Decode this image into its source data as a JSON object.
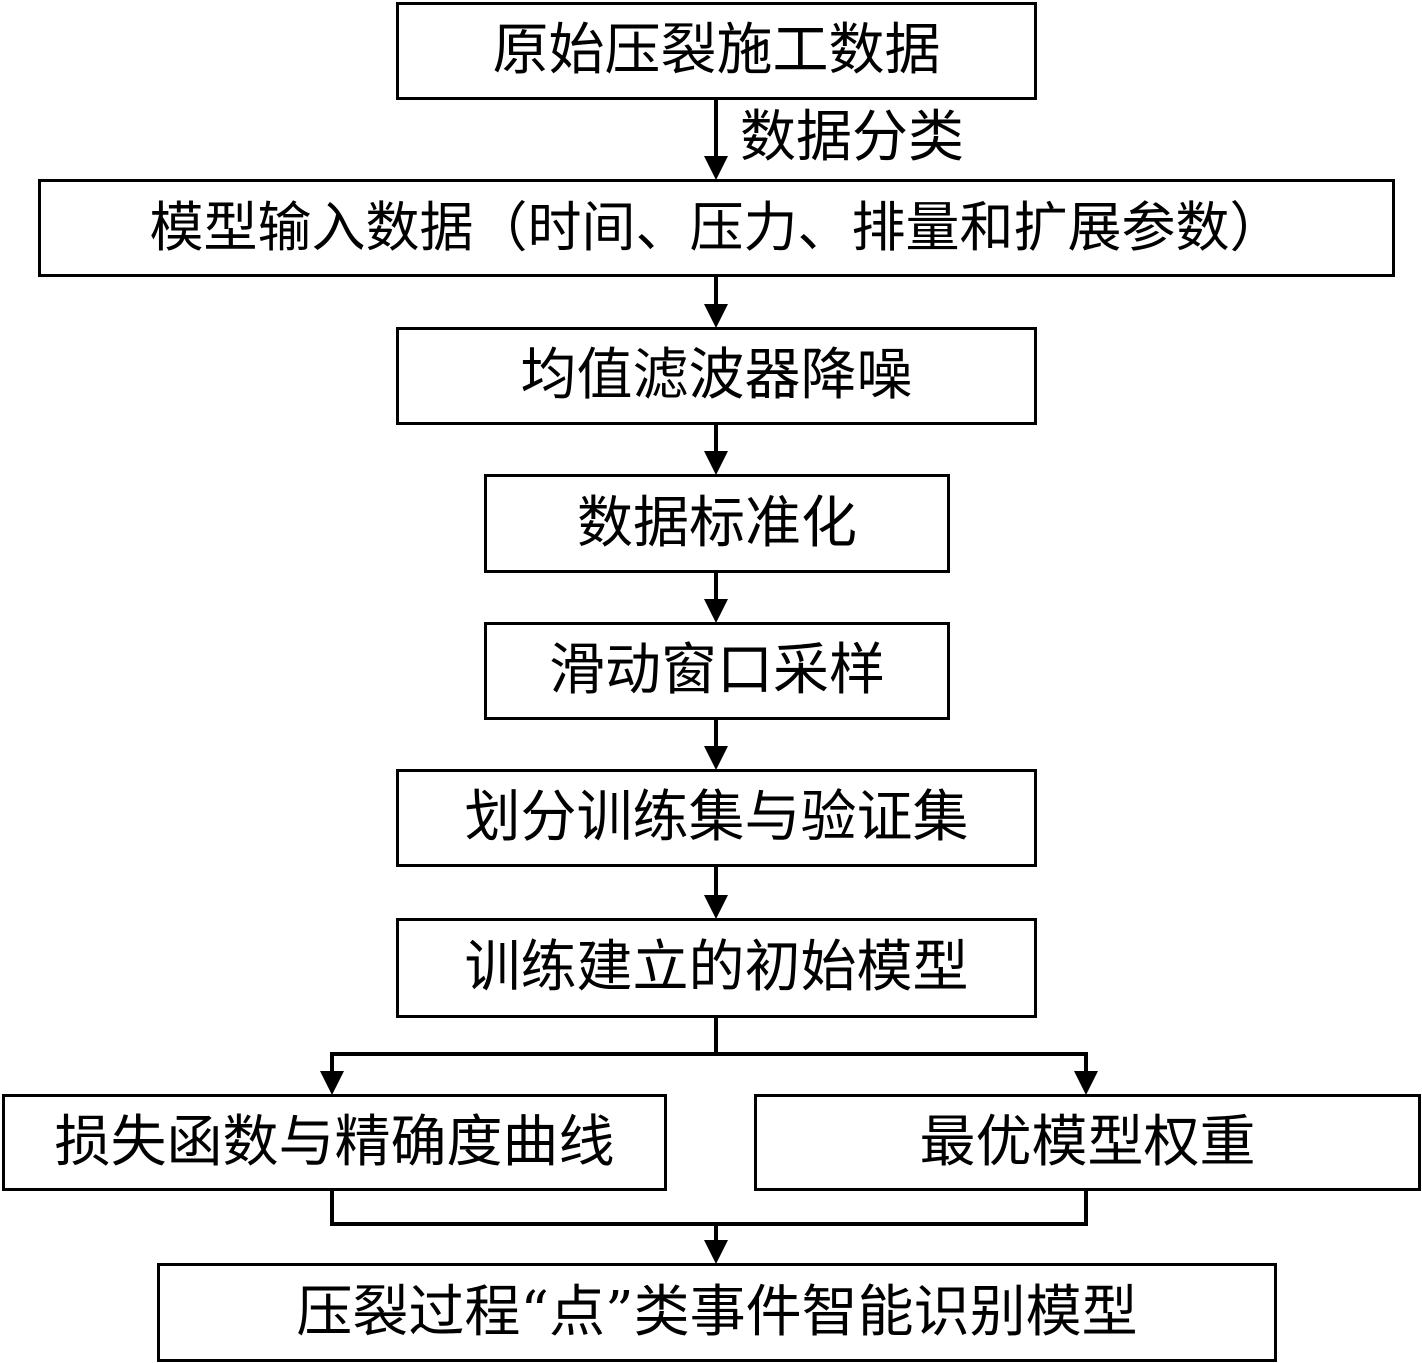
{
  "nodes": {
    "raw_data": "原始压裂施工数据",
    "model_input": "模型输入数据（时间、压力、排量和扩展参数）",
    "denoise": "均值滤波器降噪",
    "standardize": "数据标准化",
    "window_sampling": "滑动窗口采样",
    "split": "划分训练集与验证集",
    "train_initial": "训练建立的初始模型",
    "loss_curve": "损失函数与精确度曲线",
    "best_weights": "最优模型权重",
    "final_model": "压裂过程“点”类事件智能识别模型"
  },
  "edge_labels": {
    "classify": "数据分类"
  }
}
